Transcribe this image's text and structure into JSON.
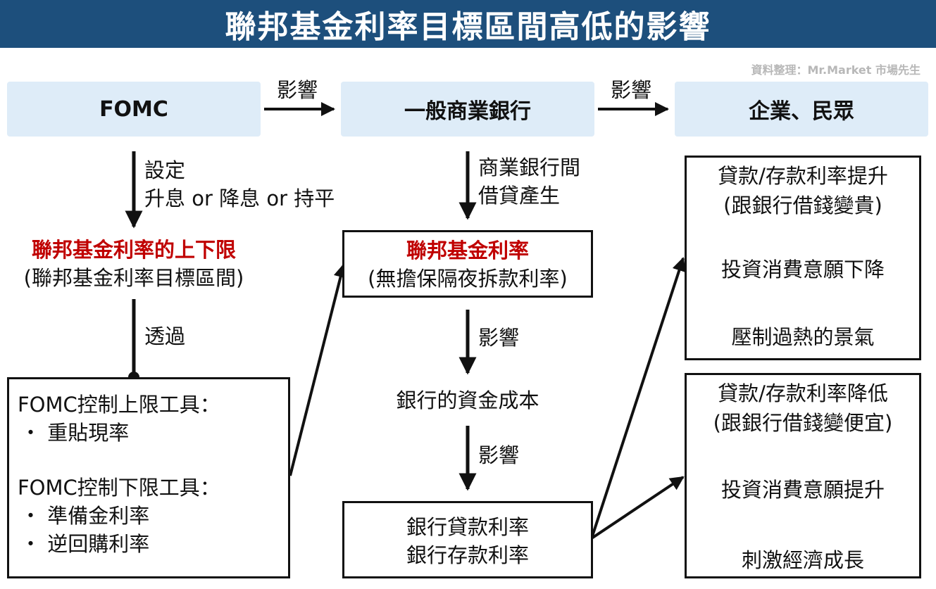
{
  "title": "聯邦基金利率目標區間高低的影響",
  "source": "資料整理：Mr.Market 市場先生",
  "headers": {
    "fomc": "FOMC",
    "banks": "一般商業銀行",
    "public": "企業、民眾"
  },
  "edge_labels": {
    "fomc_to_banks": "影響",
    "banks_to_public": "影響",
    "set": "設定",
    "set_options": "升息 or 降息 or 持平",
    "through": "透過",
    "interbank_line1": "商業銀行間",
    "interbank_line2": "借貸產生",
    "affect_1": "影響",
    "affect_2": "影響"
  },
  "fed_range": {
    "title": "聯邦基金利率的上下限",
    "subtitle": "(聯邦基金利率目標區間)"
  },
  "tools": {
    "upper_title": "FOMC控制上限工具：",
    "upper_items": [
      "・ 重貼現率"
    ],
    "lower_title": "FOMC控制下限工具：",
    "lower_items": [
      "・ 準備金利率",
      "・ 逆回購利率"
    ]
  },
  "fed_rate": {
    "title": "聯邦基金利率",
    "subtitle": "(無擔保隔夜拆款利率)"
  },
  "funding_cost": "銀行的資金成本",
  "bank_rates": {
    "line1": "銀行貸款利率",
    "line2": "銀行存款利率"
  },
  "rise_box": {
    "line1": "貸款/存款利率提升",
    "line2": "(跟銀行借錢變貴)",
    "step1": "投資消費意願下降",
    "step2": "壓制過熱的景氣"
  },
  "fall_box": {
    "line1": "貸款/存款利率降低",
    "line2": "(跟銀行借錢變便宜)",
    "step1": "投資消費意願提升",
    "step2": "刺激經濟成長"
  },
  "colors": {
    "title_bg": "#1d4f7c",
    "header_bg": "#deecf8",
    "highlight": "#c00000"
  }
}
